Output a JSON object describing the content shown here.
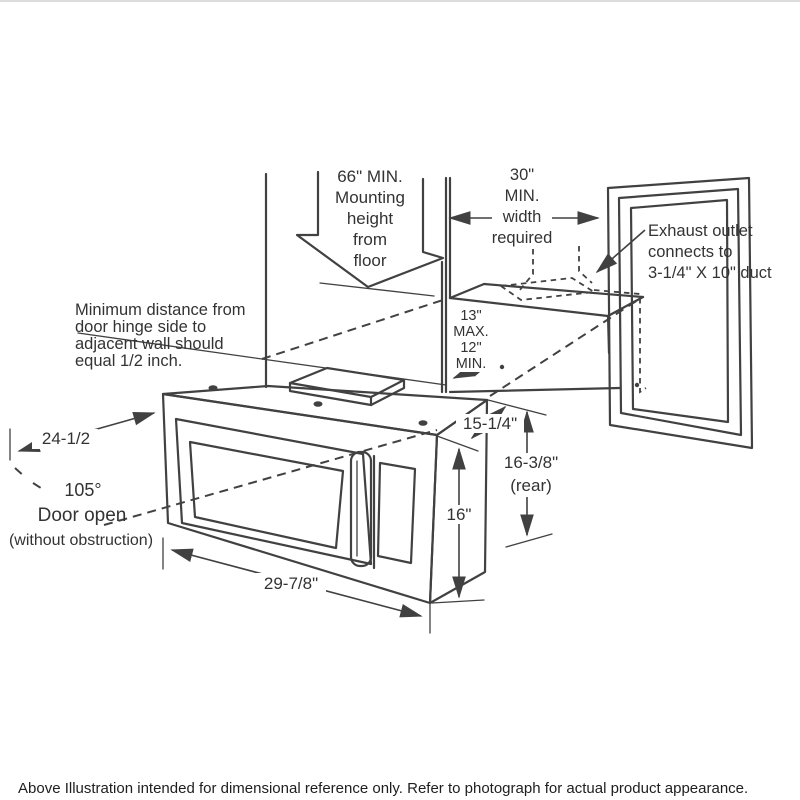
{
  "diagram": {
    "title_hint": "Over-the-range microwave installation dimensions",
    "annotations": {
      "mounting_height": {
        "lines": [
          "66\" MIN.",
          "Mounting",
          "height",
          "from",
          "floor"
        ]
      },
      "width_required": {
        "lines": [
          "30\"",
          "MIN.",
          "width",
          "required"
        ]
      },
      "exhaust_outlet": {
        "lines": [
          "Exhaust outlet",
          "connects to",
          "3-1/4\" X 10\" duct"
        ]
      },
      "hinge_clearance": {
        "lines": [
          "Minimum distance from",
          "door hinge side to",
          "adjacent wall should",
          "equal 1/2 inch."
        ]
      },
      "cabinet_clearance": {
        "lines": [
          "13\"",
          "MAX.",
          "12\"",
          "MIN."
        ]
      },
      "door_open_depth": "24-1/2",
      "door_open_angle": "105°",
      "door_open_label": "Door open",
      "door_open_note": "(without obstruction)",
      "top_depth": "15-1/4\"",
      "rear_height": {
        "lines": [
          "16-3/8\"",
          "(rear)"
        ]
      },
      "front_height": "16\"",
      "body_width": "29-7/8\""
    },
    "caption": "Above Illustration intended for dimensional reference only. Refer to photograph for actual product appearance.",
    "colors": {
      "line": "#414141",
      "text": "#333333",
      "background": "#ffffff"
    }
  }
}
